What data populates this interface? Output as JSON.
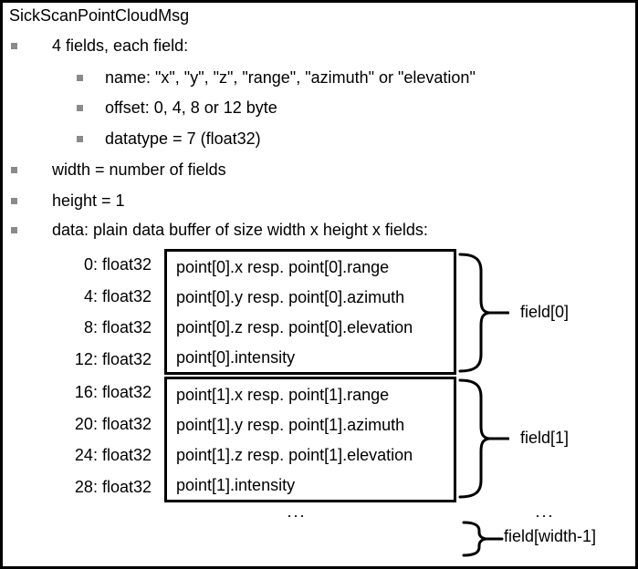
{
  "title": "SickScanPointCloudMsg",
  "outline": {
    "items": [
      {
        "text": "4 fields, each field:"
      },
      {
        "text": "name: \"x\", \"y\", \"z\", \"range\", \"azimuth\" or \"elevation\""
      },
      {
        "text": "offset: 0, 4, 8 or 12 byte"
      },
      {
        "text": "datatype = 7 (float32)"
      },
      {
        "text": "width = number of fields"
      },
      {
        "text": "height = 1"
      },
      {
        "text": "data: plain data buffer of size width x height x fields:"
      }
    ]
  },
  "diagram": {
    "blocks": [
      {
        "label": "field[0]",
        "rows": [
          {
            "offset": "0: float32",
            "value": "point[0].x resp. point[0].range"
          },
          {
            "offset": "4: float32",
            "value": "point[0].y resp. point[0].azimuth"
          },
          {
            "offset": "8: float32",
            "value": "point[0].z resp. point[0].elevation"
          },
          {
            "offset": "12: float32",
            "value": "point[0].intensity"
          }
        ]
      },
      {
        "label": "field[1]",
        "rows": [
          {
            "offset": "16: float32",
            "value": "point[1].x resp. point[1].range"
          },
          {
            "offset": "20: float32",
            "value": "point[1].y resp. point[1].azimuth"
          },
          {
            "offset": "24: float32",
            "value": "point[1].z resp. point[1].elevation"
          },
          {
            "offset": "28: float32",
            "value": "point[1].intensity"
          }
        ]
      }
    ],
    "ellipsis_center": "...",
    "ellipsis_right": "...",
    "last_field": {
      "label": "field[width-1]"
    }
  },
  "colors": {
    "text": "#000000",
    "bullet": "#8a8a8a",
    "line": "#000000",
    "background": "#ffffff"
  }
}
